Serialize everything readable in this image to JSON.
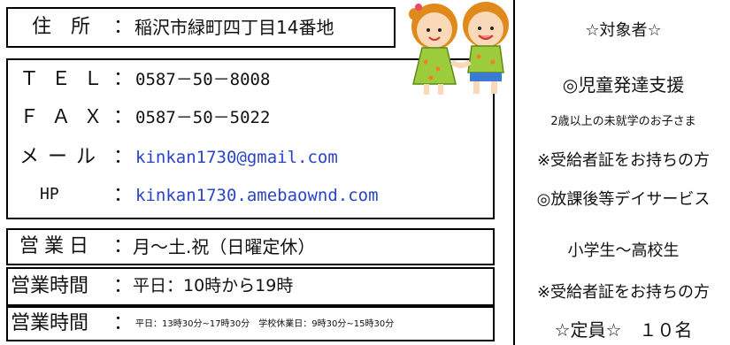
{
  "address": {
    "label": "住　所",
    "colon": "：",
    "value": "稲沢市緑町四丁目14番地"
  },
  "contact": {
    "tel": {
      "label": "ＴＥＬ",
      "colon": "：",
      "value": "0587－50－8008"
    },
    "fax": {
      "label": "ＦＡＸ",
      "colon": "：",
      "value": "0587－50－5022"
    },
    "mail": {
      "label": "メール",
      "colon": "：",
      "value": "kinkan1730@gmail.com"
    },
    "hp": {
      "label": "HP",
      "colon": "：",
      "value": "kinkan1730.amebaownd.com"
    }
  },
  "business_days": {
    "label": "営業日",
    "colon": "：",
    "value": "月～土.祝（日曜定休）"
  },
  "hours1": {
    "label": "営業時間",
    "colon": "：",
    "value": "平日：10時から19時"
  },
  "hours2": {
    "label": "営業時間",
    "colon": "：",
    "value": "平日：13時30分~17時30分　学校休業日：9時30分~15時30分"
  },
  "right": {
    "target_title": "☆対象者☆",
    "service1": "◎児童発達支援",
    "service1_detail": "2歳以上の未就学のお子さま",
    "service1_note": "※受給者証をお持ちの方",
    "service2": "◎放課後等デイサービス",
    "service2_detail": "小学生～高校生",
    "service2_note": "※受給者証をお持ちの方",
    "capacity": "☆定員☆　１０名"
  }
}
